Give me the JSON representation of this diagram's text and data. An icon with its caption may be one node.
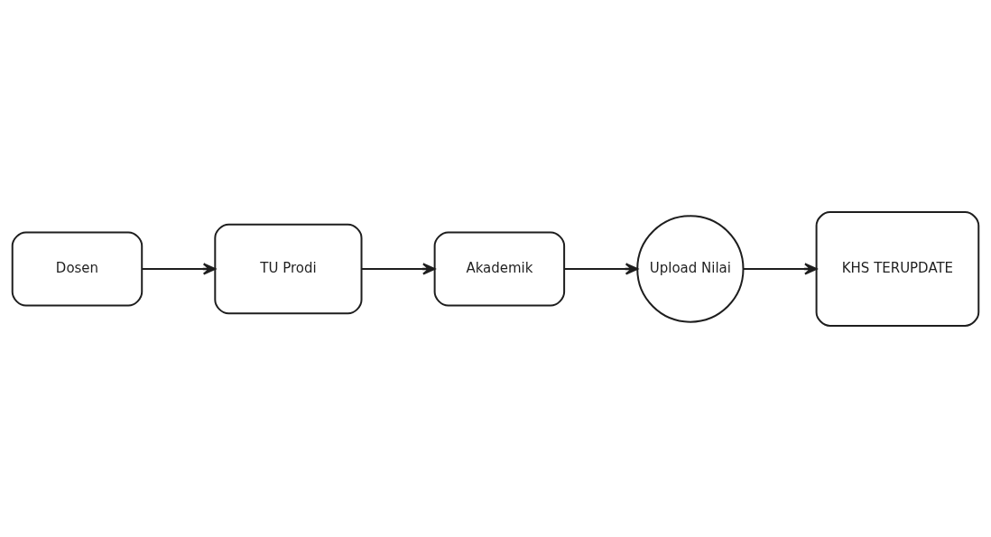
{
  "diagram": {
    "nodes": [
      {
        "text": [
          "Dosen"
        ]
      },
      {
        "text": [
          "TU Prodi"
        ]
      },
      {
        "text": [
          "Akademik"
        ]
      },
      {
        "text": [
          "Upload Nilai"
        ]
      },
      {
        "text": [
          "KHS TERUPDATE"
        ]
      }
    ],
    "edges": [
      {
        "from": 0,
        "to": 1,
        "arrow": "to"
      },
      {
        "from": 1,
        "to": 2,
        "arrow": "to"
      },
      {
        "from": 2,
        "to": 3,
        "arrow": "to"
      },
      {
        "from": 3,
        "to": 4,
        "arrow": "to"
      }
    ]
  }
}
